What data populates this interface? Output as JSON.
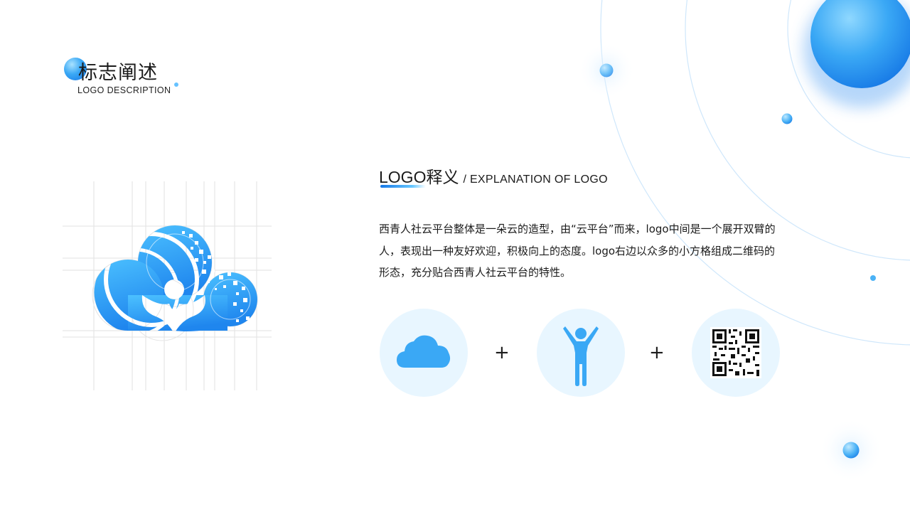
{
  "header": {
    "title": "标志阐述",
    "subtitle": "LOGO DESCRIPTION"
  },
  "section": {
    "title": "LOGO释义",
    "subtitle": "/ EXPLANATION OF LOGO"
  },
  "description": "西青人社云平台整体是一朵云的造型，由“云平台”而来，logo中间是一个展开双臂的人，表现出一种友好欢迎，积极向上的态度。logo右边以众多的小方格组成二维码的形态，充分贴合西青人社云平台的特性。",
  "icons": [
    "cloud-icon",
    "person-arms-up-icon",
    "qr-code-icon"
  ],
  "plus_sign": "+",
  "colors": {
    "accent": "#2196f3",
    "accent_light": "#40b4ff",
    "icon_bg": "#e8f6ff",
    "text": "#1b1b1b"
  }
}
